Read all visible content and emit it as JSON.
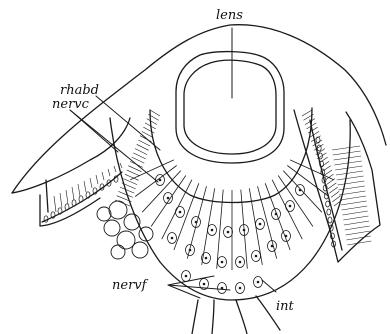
{
  "labels": {
    "lens": "lens",
    "rhabd": "rhabd",
    "nervc": "nervc",
    "nervf": "nervf",
    "int": "int"
  },
  "colors": {
    "ink": "#1a1a1a",
    "paper": "#ffffff"
  }
}
